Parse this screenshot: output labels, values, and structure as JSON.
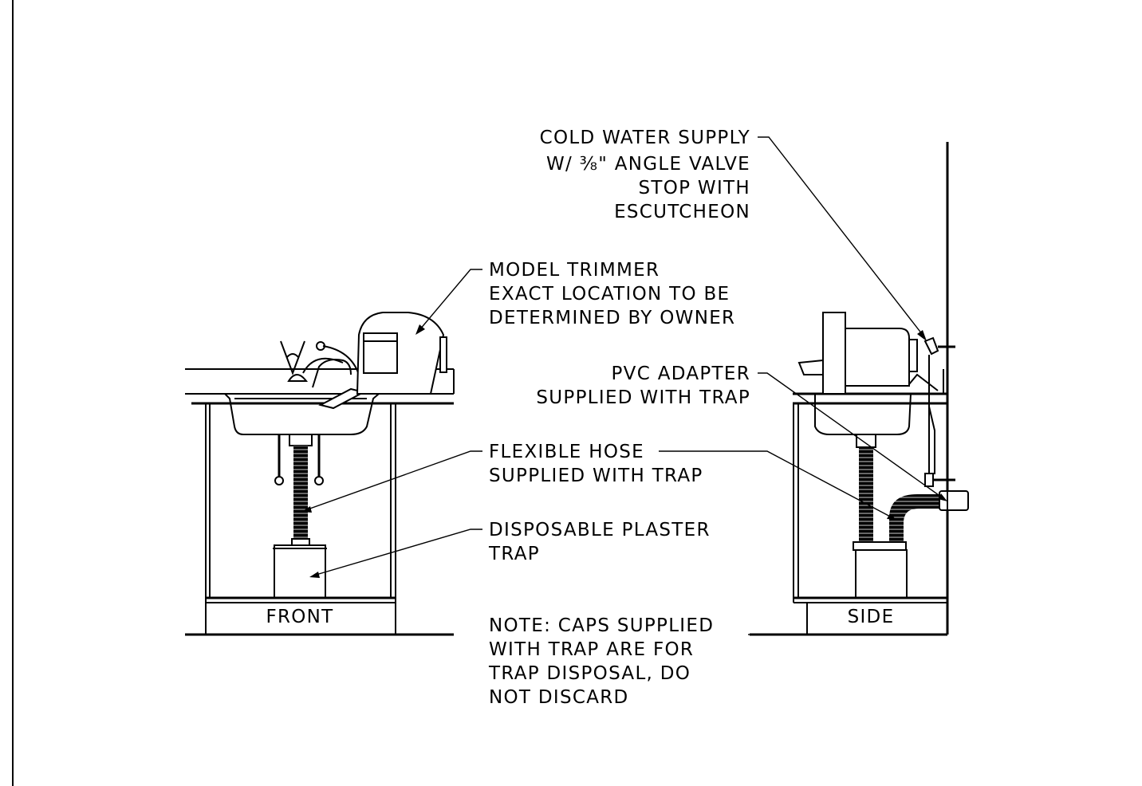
{
  "labels": {
    "cold_water_1": "COLD WATER SUPPLY",
    "cold_water_2": "W/ ⅜\" ANGLE VALVE",
    "cold_water_3": "STOP WITH",
    "cold_water_4": "ESCUTCHEON",
    "trimmer_1": "MODEL TRIMMER",
    "trimmer_2": "EXACT LOCATION TO BE",
    "trimmer_3": "DETERMINED BY OWNER",
    "pvc_1": "PVC ADAPTER",
    "pvc_2": "SUPPLIED WITH TRAP",
    "hose_1": "FLEXIBLE HOSE",
    "hose_2": "SUPPLIED WITH TRAP",
    "trap_1": "DISPOSABLE PLASTER",
    "trap_2": "TRAP",
    "note_1": "NOTE: CAPS SUPPLIED",
    "note_2": "WITH TRAP ARE FOR",
    "note_3": "TRAP DISPOSAL, DO",
    "note_4": "NOT DISCARD",
    "front": "FRONT",
    "side": "SIDE"
  }
}
